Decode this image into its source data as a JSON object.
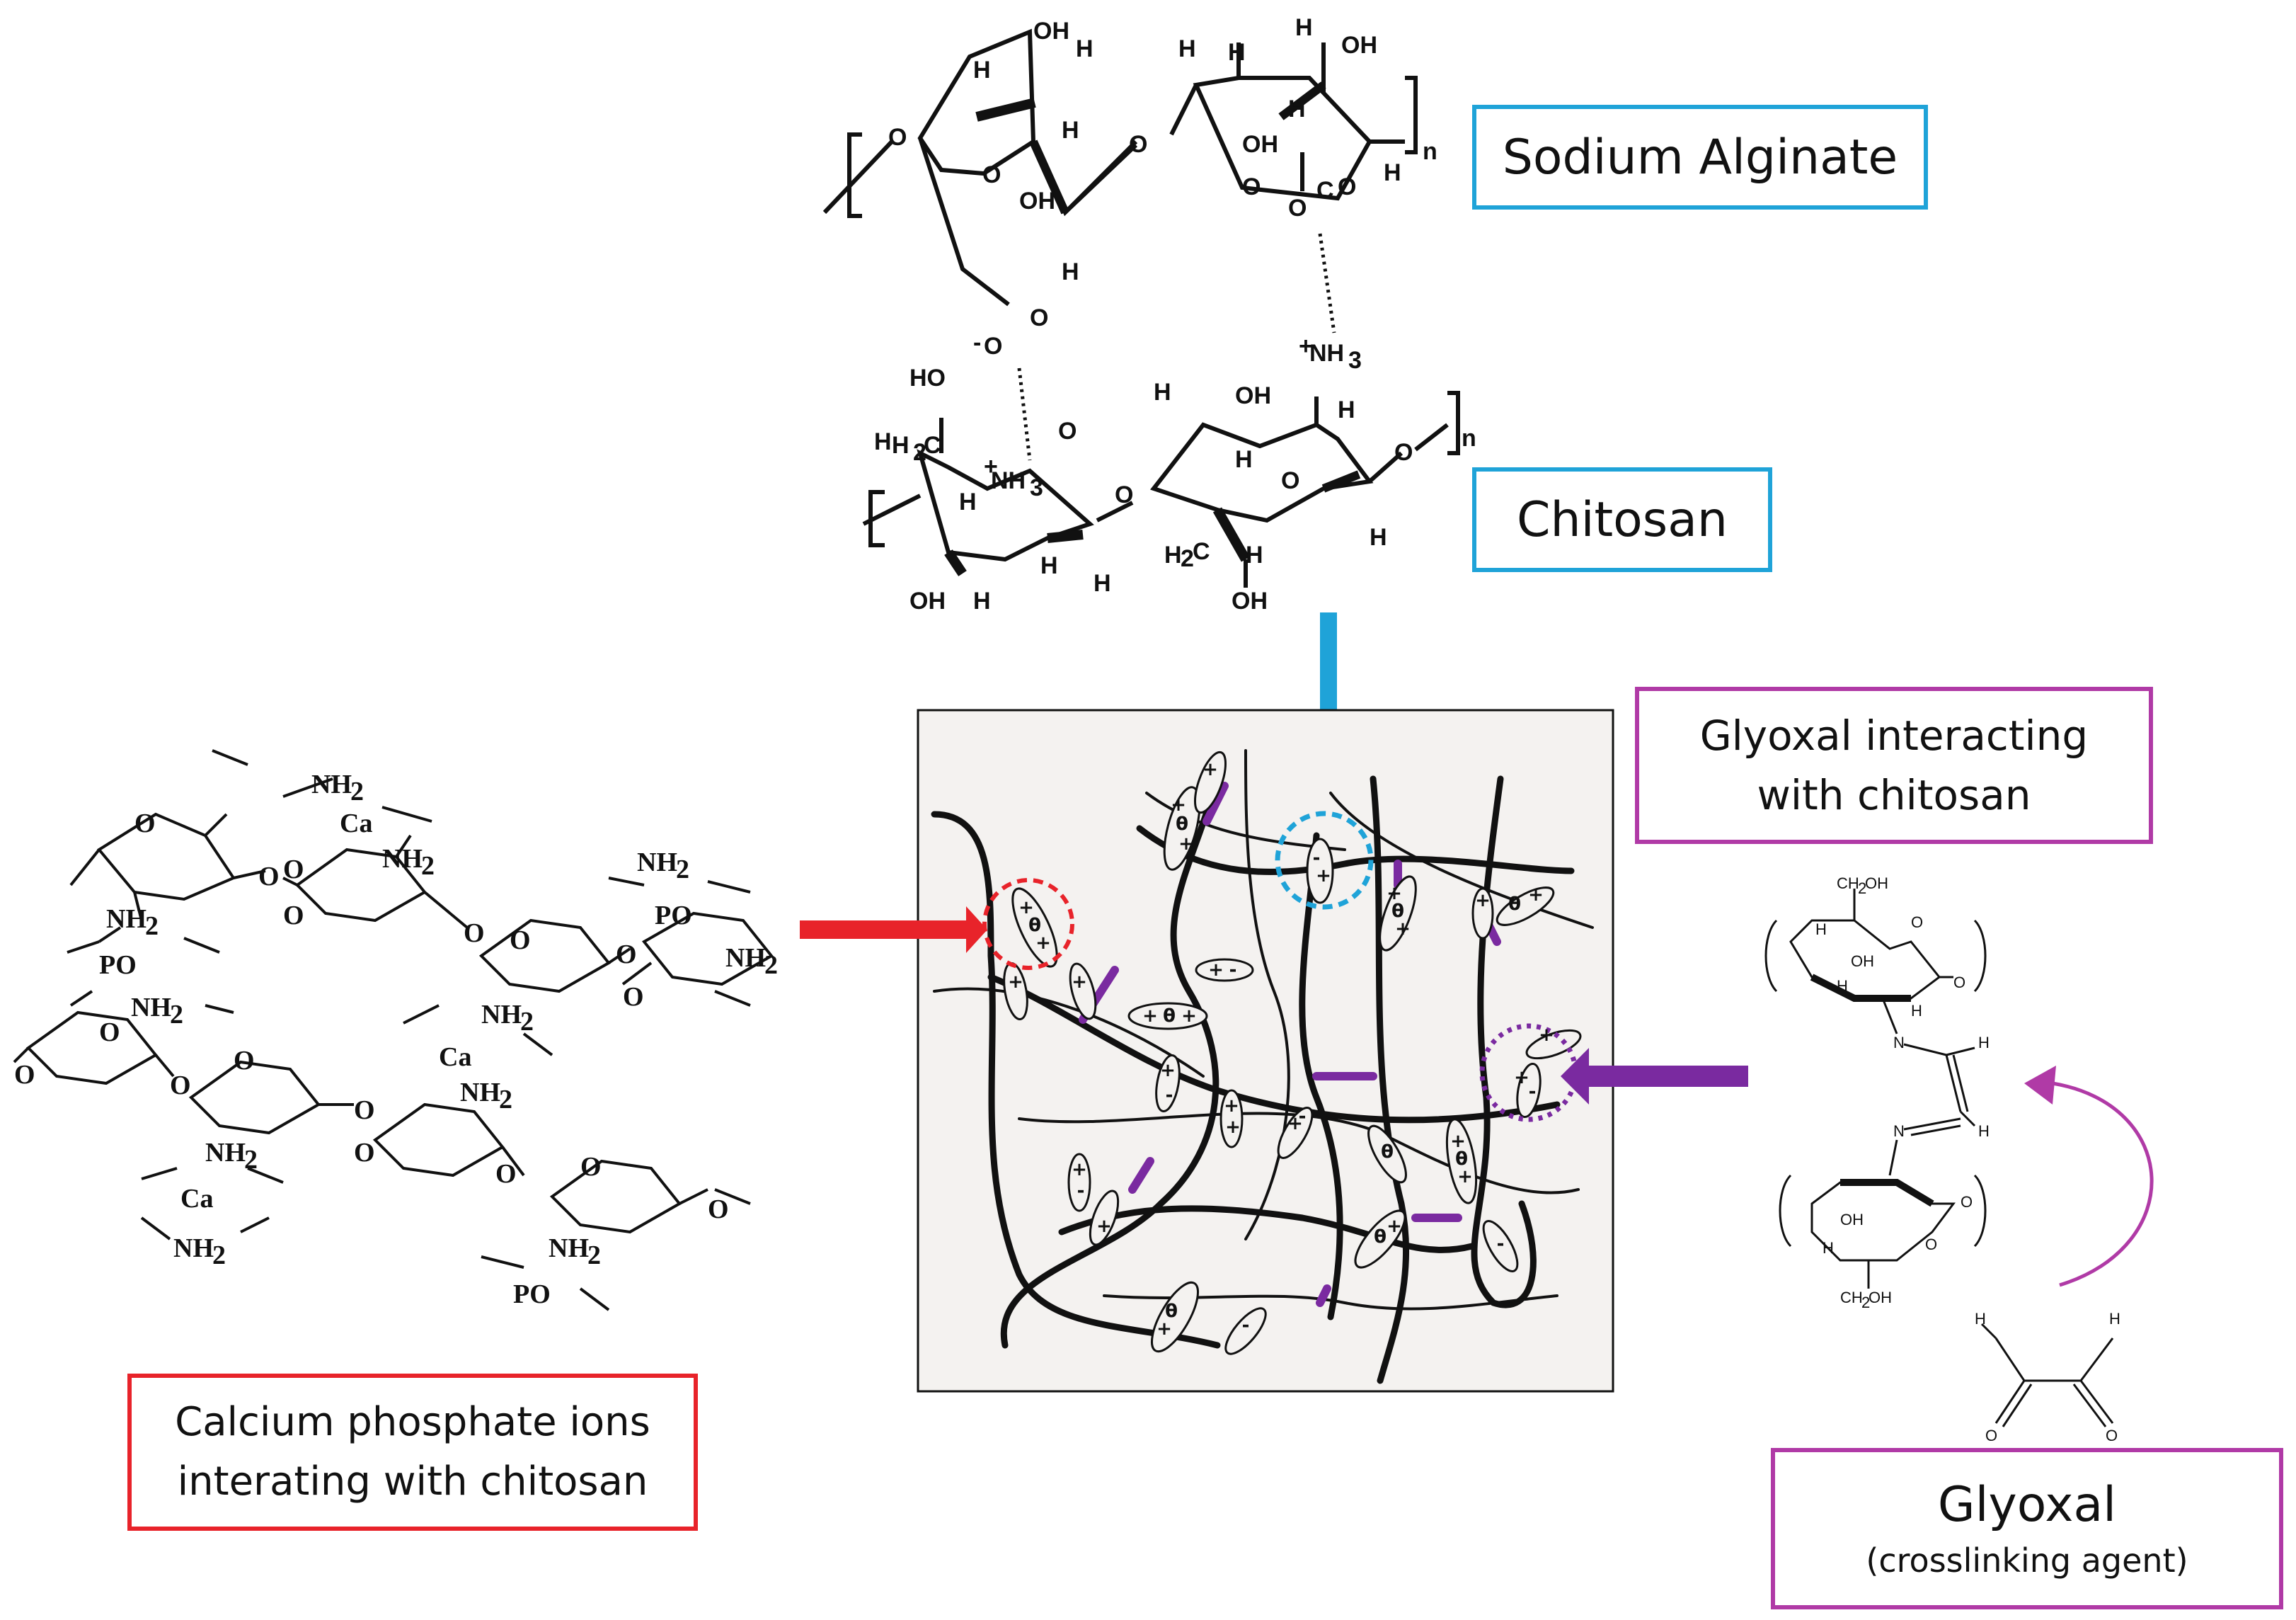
{
  "labels": {
    "sodium_alginate": "Sodium Alginate",
    "chitosan": "Chitosan",
    "glyoxal_interacting_line1": "Glyoxal interacting",
    "glyoxal_interacting_line2": "with chitosan",
    "calcium_line1": "Calcium phosphate ions",
    "calcium_line2": "interating with chitosan",
    "glyoxal_title": "Glyoxal",
    "glyoxal_subtitle": "(crosslinking agent)"
  },
  "colors": {
    "blue": "#1fa3d8",
    "purple": "#b03aa6",
    "arrow_purple": "#7a2aa0",
    "red": "#e8232a",
    "network_bg": "#f3f1ef"
  },
  "chemistry": {
    "alginate_atoms": [
      "OH",
      "H",
      "H",
      "H",
      "OH",
      "O",
      "O",
      "H",
      "OH",
      "H",
      "O",
      "H",
      "O",
      "H",
      "O",
      "O",
      "O",
      "n",
      "H",
      "O",
      "-"
    ],
    "chitosan_atoms": [
      "+",
      "NH3",
      "HO",
      "H2C",
      "H",
      "O",
      "+",
      "NH3",
      "H",
      "OH",
      "H",
      "H",
      "O",
      "H",
      "O",
      "n",
      "OH",
      "H",
      "H",
      "H",
      "H2C",
      "H",
      "OH",
      "H",
      "H",
      "H",
      "O"
    ],
    "calcium_atoms": [
      "NH2",
      "Ca",
      "NH2",
      "NH2",
      "PO",
      "NH2",
      "PO",
      "NH2",
      "NH2",
      "Ca",
      "NH2",
      "NH2",
      "Ca",
      "NH2",
      "NH2",
      "PO",
      "O",
      "O",
      "O",
      "O",
      "O",
      "O",
      "O",
      "O",
      "O",
      "O",
      "O"
    ],
    "glyoxal_atoms": [
      "CH2OH",
      "OH",
      "H",
      "H",
      "O",
      "O",
      "N",
      "H",
      "N",
      "H",
      "OH",
      "H",
      "O",
      "CH2OH",
      "H",
      "H",
      "O",
      "O"
    ],
    "subscript": "n"
  },
  "network": {
    "charges": [
      "+",
      "-",
      "θ",
      "+",
      "-",
      "+",
      "-",
      "+",
      "-",
      "θ",
      "+",
      "-",
      "+",
      "-",
      "+",
      "-",
      "θ",
      "+",
      "-",
      "+",
      "-",
      "+"
    ]
  }
}
